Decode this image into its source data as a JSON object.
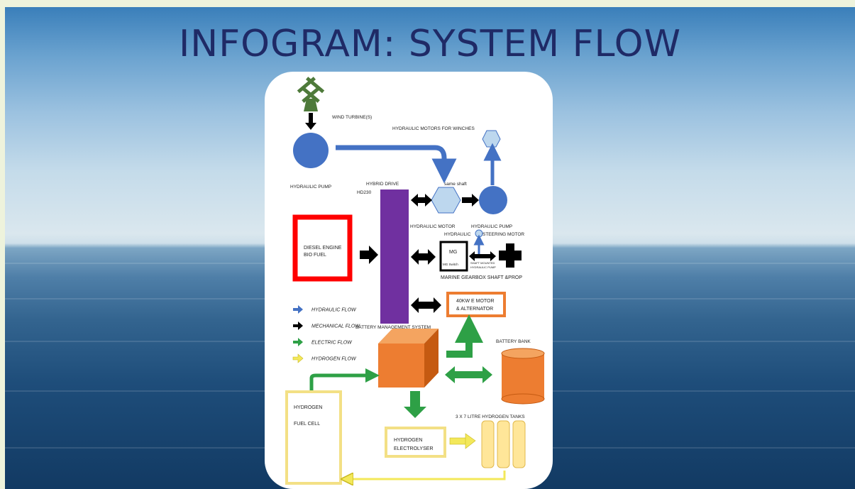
{
  "title": "INFOGRAM: SYSTEM FLOW",
  "colors": {
    "hydraulic": "#4472c4",
    "mechanical": "#000000",
    "electric": "#2ea046",
    "hydrogen": "#f3e85a",
    "hybrid_drive": "#7030a0",
    "diesel_border": "#ff0000",
    "motor_orange": "#ed7d31"
  },
  "labels": {
    "wind_turbine": "WIND TURBINE(S)",
    "hydraulic_motors_winches": "HYDRAULIC MOTORS FOR WINCHES",
    "hydraulic_pump_left": "HYDRAULIC PUMP",
    "hybrid_drive": "HYBRID DRIVE",
    "hd230": "HD230",
    "same_shaft": "same shaft",
    "hydraulic_motor": "HYDRAULIC MOTOR",
    "hydraulic_pump_right": "HYDRAULIC PUMP",
    "steering_motor_a": "HYDRAULIC",
    "steering_motor_b": "STEERING MOTOR",
    "diesel_1": "DIESEL ENGINE",
    "diesel_2": "BIO FUEL",
    "mg": "MG",
    "mg_switch": "MG Switch",
    "shaft_mount_pump_1": "SHAFT MOUNTED",
    "shaft_mount_pump_2": "HYDRAULIC PUMP",
    "marine_gearbox": "MARINE GEARBOX SHAFT &PROP",
    "e_motor_1": "40KW E MOTOR",
    "e_motor_2": "& ALTERNATOR",
    "bms": "BATTERY MANAGEMENT SYSTEM",
    "battery_bank": "BATTERY BANK",
    "hydrogen_fc_1": "HYDROGEN",
    "hydrogen_fc_2": "FUEL CELL",
    "tanks": "3 X 7 LITRE HYDROGEN TANKS",
    "electrolyser_1": "HYDROGEN",
    "electrolyser_2": "ELECTROLYSER"
  },
  "legend": [
    {
      "label": "HYDRAULIC FLOW",
      "color": "#4472c4"
    },
    {
      "label": "MECHANICAL FLOW",
      "color": "#000000"
    },
    {
      "label": "ELECTRIC FLOW",
      "color": "#2ea046"
    },
    {
      "label": "HYDROGEN FLOW",
      "color": "#f3e85a"
    }
  ]
}
